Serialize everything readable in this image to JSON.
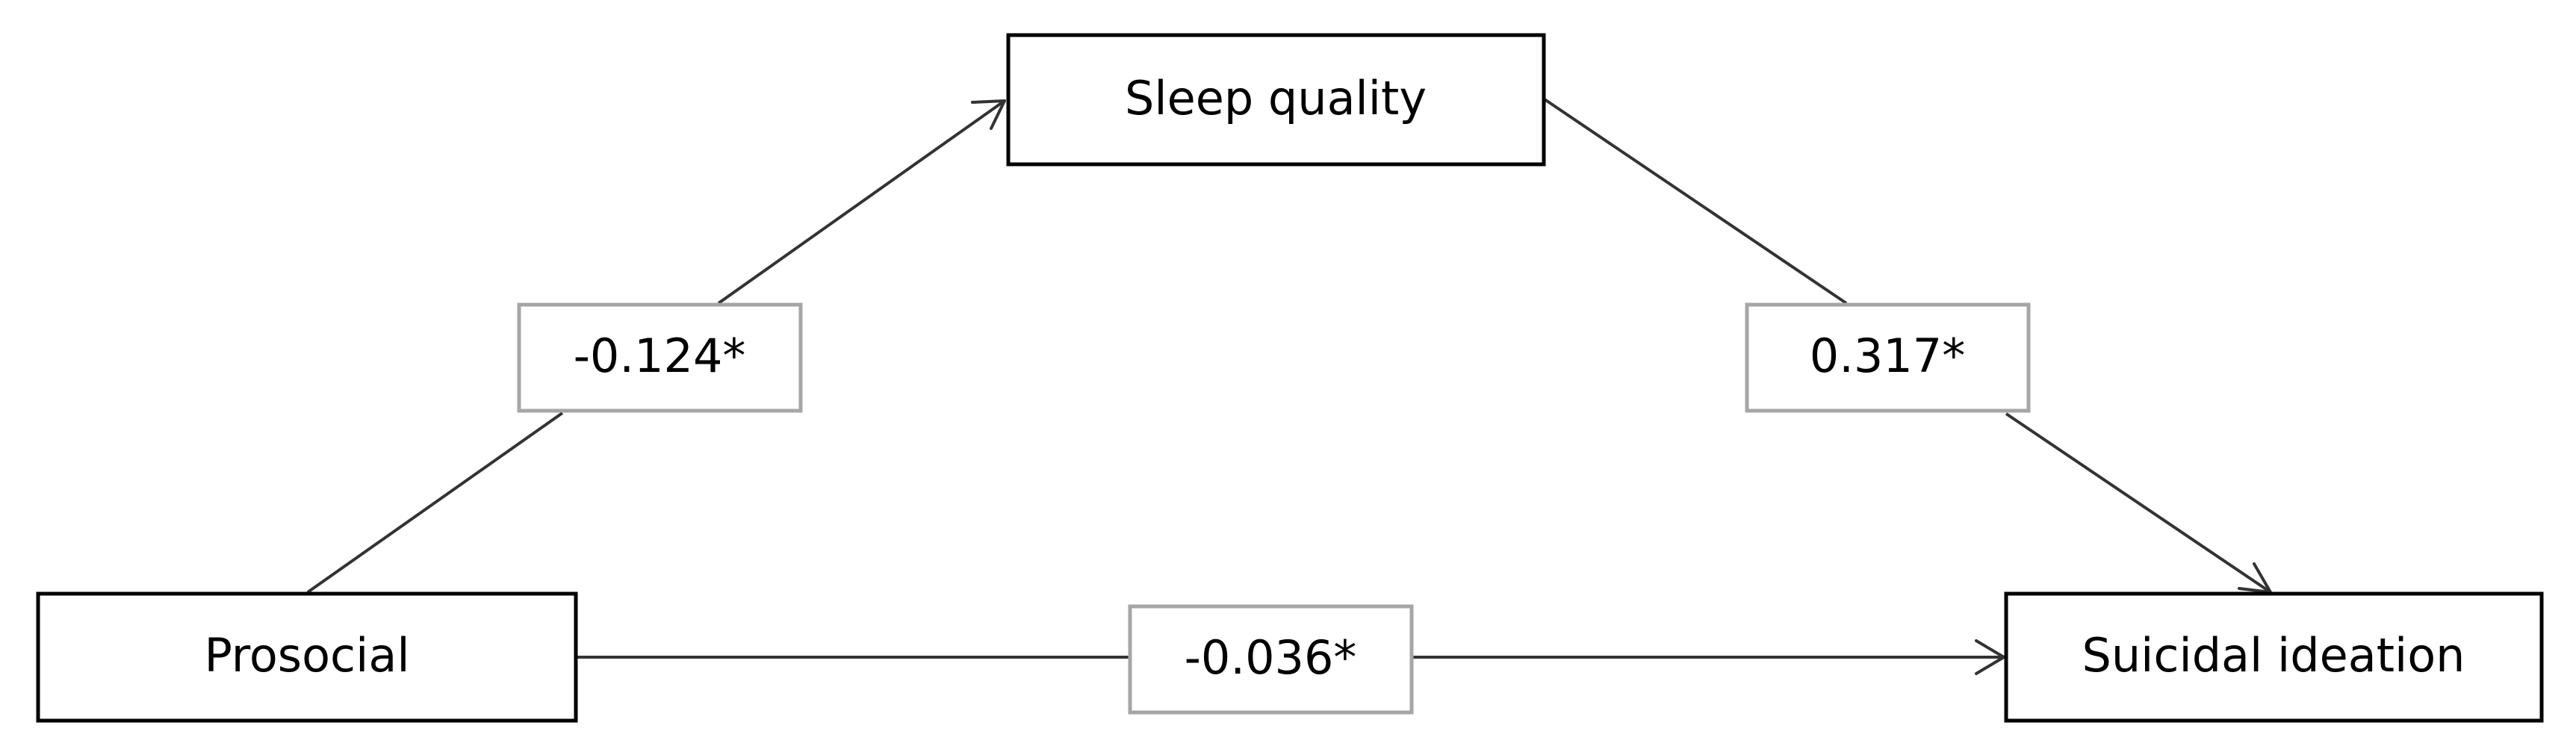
{
  "nodes": {
    "sleep_quality": "Sleep quality",
    "prosocial": "Prosocial",
    "suicidal_ideation": "Suicidal ideation"
  },
  "paths": {
    "prosocial_to_sleep": "-0.124*",
    "sleep_to_suicidal": "0.317*",
    "prosocial_to_suicidal": "-0.036*"
  },
  "colors": {
    "node_border": "#000000",
    "coefficient_border": "#a6a6a6",
    "arrow": "#333333"
  }
}
